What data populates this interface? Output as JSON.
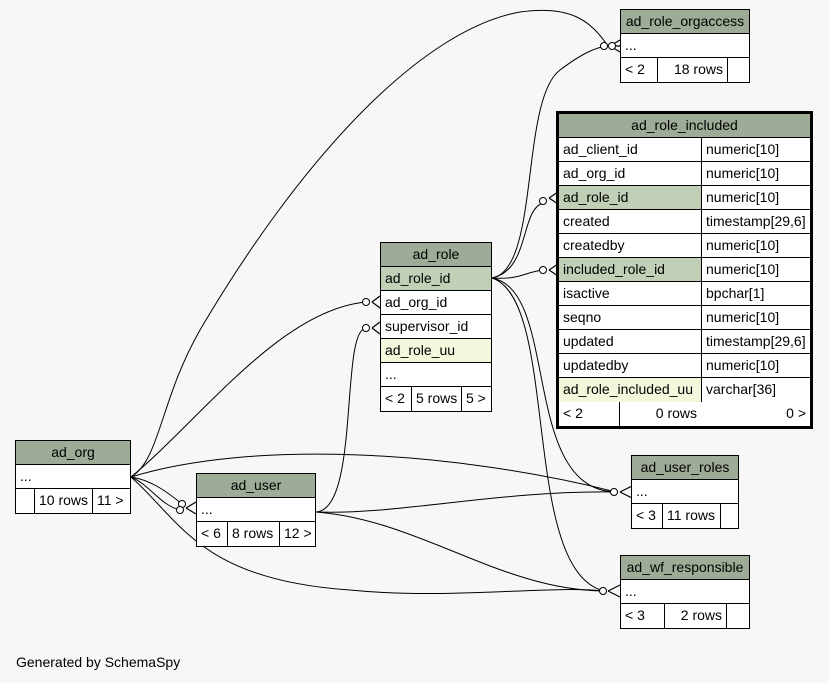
{
  "tables": {
    "ad_role_orgaccess": {
      "name": "ad_role_orgaccess",
      "rows": [
        "..."
      ],
      "stats": [
        "< 2",
        "18 rows",
        ""
      ]
    },
    "ad_role_included": {
      "name": "ad_role_included",
      "columns": [
        {
          "name": "ad_client_id",
          "type": "numeric[10]"
        },
        {
          "name": "ad_org_id",
          "type": "numeric[10]"
        },
        {
          "name": "ad_role_id",
          "type": "numeric[10]"
        },
        {
          "name": "created",
          "type": "timestamp[29,6]"
        },
        {
          "name": "createdby",
          "type": "numeric[10]"
        },
        {
          "name": "included_role_id",
          "type": "numeric[10]"
        },
        {
          "name": "isactive",
          "type": "bpchar[1]"
        },
        {
          "name": "seqno",
          "type": "numeric[10]"
        },
        {
          "name": "updated",
          "type": "timestamp[29,6]"
        },
        {
          "name": "updatedby",
          "type": "numeric[10]"
        },
        {
          "name": "ad_role_included_uu",
          "type": "varchar[36]"
        }
      ],
      "stats": [
        "< 2",
        "0 rows",
        "0 >"
      ]
    },
    "ad_role": {
      "name": "ad_role",
      "rows": [
        "ad_role_id",
        "ad_org_id",
        "supervisor_id",
        "ad_role_uu",
        "..."
      ],
      "stats": [
        "< 2",
        "5 rows",
        "5 >"
      ]
    },
    "ad_org": {
      "name": "ad_org",
      "rows": [
        "..."
      ],
      "stats": [
        "",
        "10 rows",
        "11 >"
      ]
    },
    "ad_user": {
      "name": "ad_user",
      "rows": [
        "..."
      ],
      "stats": [
        "< 6",
        "8 rows",
        "12 >"
      ]
    },
    "ad_user_roles": {
      "name": "ad_user_roles",
      "rows": [
        "..."
      ],
      "stats": [
        "< 3",
        "11 rows",
        ""
      ]
    },
    "ad_wf_responsible": {
      "name": "ad_wf_responsible",
      "rows": [
        "..."
      ],
      "stats": [
        "< 3",
        "2 rows",
        ""
      ]
    }
  },
  "footer": "Generated by SchemaSpy"
}
